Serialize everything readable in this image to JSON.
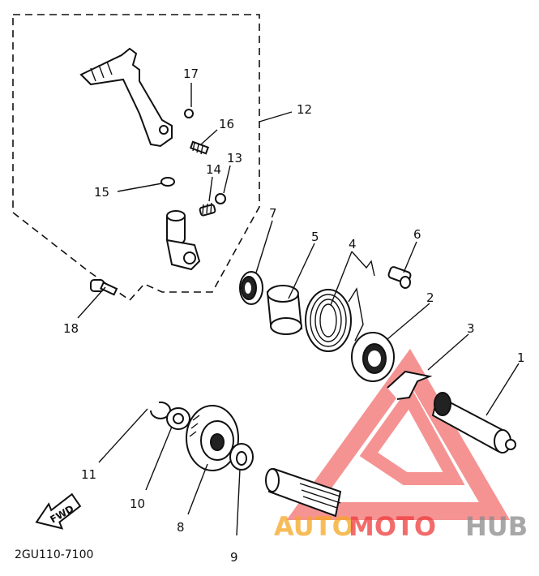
{
  "diagram": {
    "parts": [
      {
        "number": "1"
      },
      {
        "number": "2"
      },
      {
        "number": "3"
      },
      {
        "number": "4"
      },
      {
        "number": "5"
      },
      {
        "number": "6"
      },
      {
        "number": "7"
      },
      {
        "number": "8"
      },
      {
        "number": "9"
      },
      {
        "number": "10"
      },
      {
        "number": "11"
      },
      {
        "number": "12"
      },
      {
        "number": "13"
      },
      {
        "number": "14"
      },
      {
        "number": "15"
      },
      {
        "number": "16"
      },
      {
        "number": "17"
      },
      {
        "number": "18"
      }
    ],
    "drawing_code": "2GU110-7100",
    "direction_label": "FWD"
  },
  "watermark": {
    "text_auto": "AUTO",
    "text_moto": "MOTO",
    "text_hub": "HUB",
    "color_red": "#ee3b3b",
    "color_orange": "#f5a623",
    "color_gray": "#8a8a8a"
  }
}
